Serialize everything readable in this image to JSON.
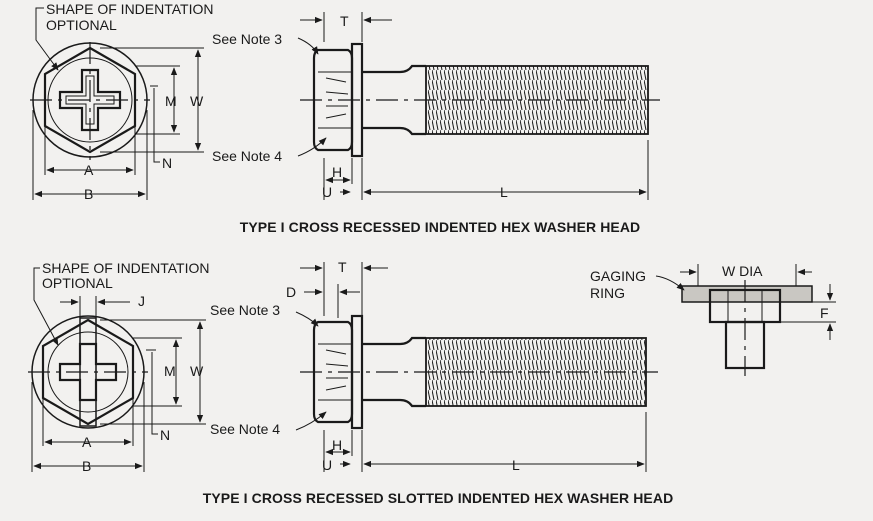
{
  "figure_top": {
    "caption": "TYPE I CROSS RECESSED INDENTED HEX WASHER HEAD",
    "note_shape_line1": "SHAPE OF INDENTATION",
    "note_shape_line2": "OPTIONAL",
    "note3": "See Note 3",
    "note4": "See Note 4",
    "dims": {
      "T": "T",
      "M": "M",
      "W": "W",
      "N": "N",
      "A": "A",
      "B": "B",
      "H": "H",
      "U": "U",
      "L": "L"
    }
  },
  "figure_bottom": {
    "caption": "TYPE I CROSS RECESSED SLOTTED INDENTED HEX WASHER HEAD",
    "note_shape_line1": "SHAPE OF INDENTATION",
    "note_shape_line2": "OPTIONAL",
    "note3": "See Note 3",
    "note4": "See Note 4",
    "dims": {
      "T": "T",
      "D": "D",
      "J": "J",
      "M": "M",
      "W": "W",
      "N": "N",
      "A": "A",
      "B": "B",
      "H": "H",
      "U": "U",
      "L": "L"
    }
  },
  "gaging": {
    "label_line1": "GAGING",
    "label_line2": "RING",
    "w_dia": "W DIA",
    "F": "F"
  }
}
